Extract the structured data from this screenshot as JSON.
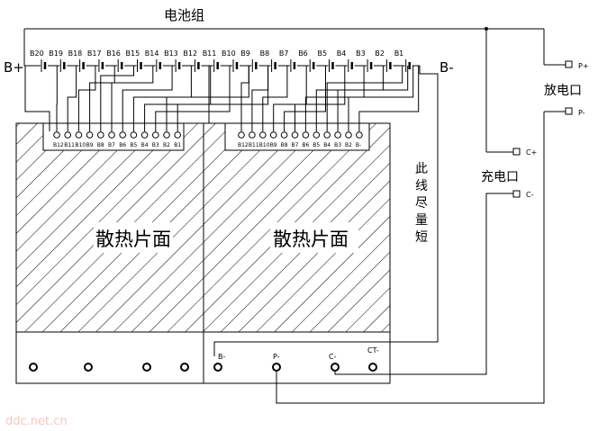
{
  "title": "电池组",
  "battery_pos": "B+",
  "battery_neg": "B-",
  "cells": [
    "B20",
    "B19",
    "B18",
    "B17",
    "B16",
    "B15",
    "B14",
    "B13",
    "B12",
    "B11",
    "B10",
    "B9",
    "B8",
    "B7",
    "B6",
    "B5",
    "B4",
    "B3",
    "B2",
    "B1"
  ],
  "left_connector_pins": [
    "B12",
    "B11",
    "B10",
    "B9",
    "B8",
    "B7",
    "B6",
    "B5",
    "B4",
    "B3",
    "B2",
    "B1"
  ],
  "right_connector_pins": [
    "B12",
    "B11",
    "B10",
    "B9",
    "B8",
    "B7",
    "B6",
    "B5",
    "B4",
    "B3",
    "B2",
    "B-"
  ],
  "heatsink_label": "散热片面",
  "discharge_label": "放电口",
  "charge_label": "充电口",
  "note": "此线尽量短",
  "terminals": {
    "p_plus": "P+",
    "p_minus": "P-",
    "c_plus": "C+",
    "c_minus": "C-"
  },
  "board_pins": [
    "B-",
    "P-",
    "C-",
    "CT-"
  ],
  "watermark": "ddc.net.cn"
}
